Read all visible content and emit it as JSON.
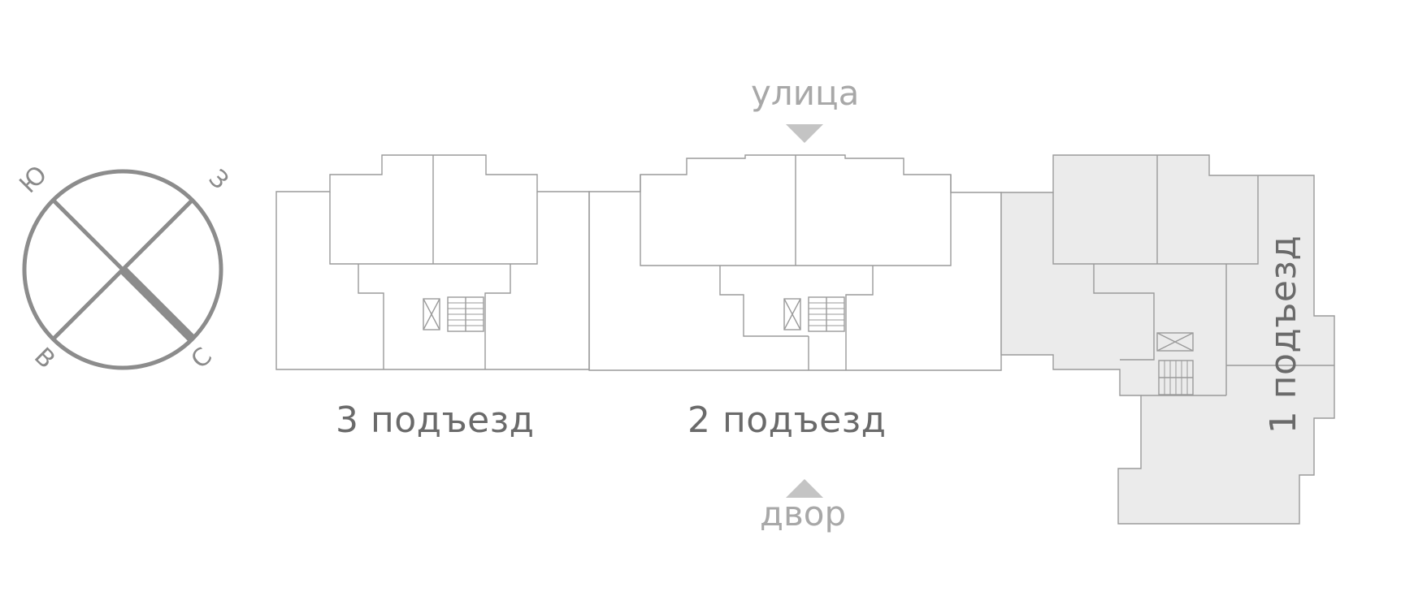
{
  "directions": {
    "top": "улица",
    "bottom": "двор"
  },
  "entrances": [
    {
      "label": "3 подъезд",
      "highlighted": false
    },
    {
      "label": "2 подъезд",
      "highlighted": false
    },
    {
      "label": "1 подъезд",
      "highlighted": true
    }
  ],
  "compass": {
    "north": "С",
    "south": "Ю",
    "east": "В",
    "west": "З"
  },
  "colors": {
    "outline": "#9a9a9a",
    "compass_ring": "#8c8c8c",
    "highlight_fill": "#ebebeb",
    "arrow": "#c4c4c4",
    "entrance_text": "#6a6a6a",
    "direction_text": "#a8a8a8"
  }
}
